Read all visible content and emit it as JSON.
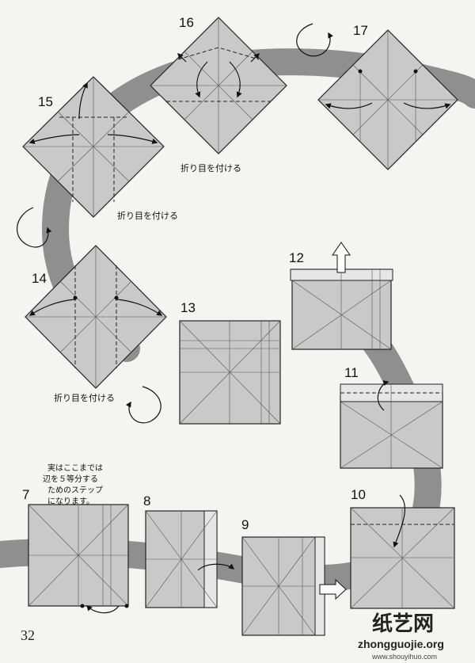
{
  "page_number": "32",
  "steps": [
    "7",
    "8",
    "9",
    "10",
    "11",
    "12",
    "13",
    "14",
    "15",
    "16",
    "17"
  ],
  "captions": {
    "step14": "折り目を付ける",
    "step15": "折り目を付ける",
    "step16": "折り目を付ける"
  },
  "note_lines": [
    "実はここまでは",
    "辺を５等分する",
    "ためのステップ",
    "になります。"
  ],
  "watermark": {
    "chinese": "纸艺网",
    "url": "zhongguojie.org",
    "small_url": "www.shouyihuo.com"
  }
}
